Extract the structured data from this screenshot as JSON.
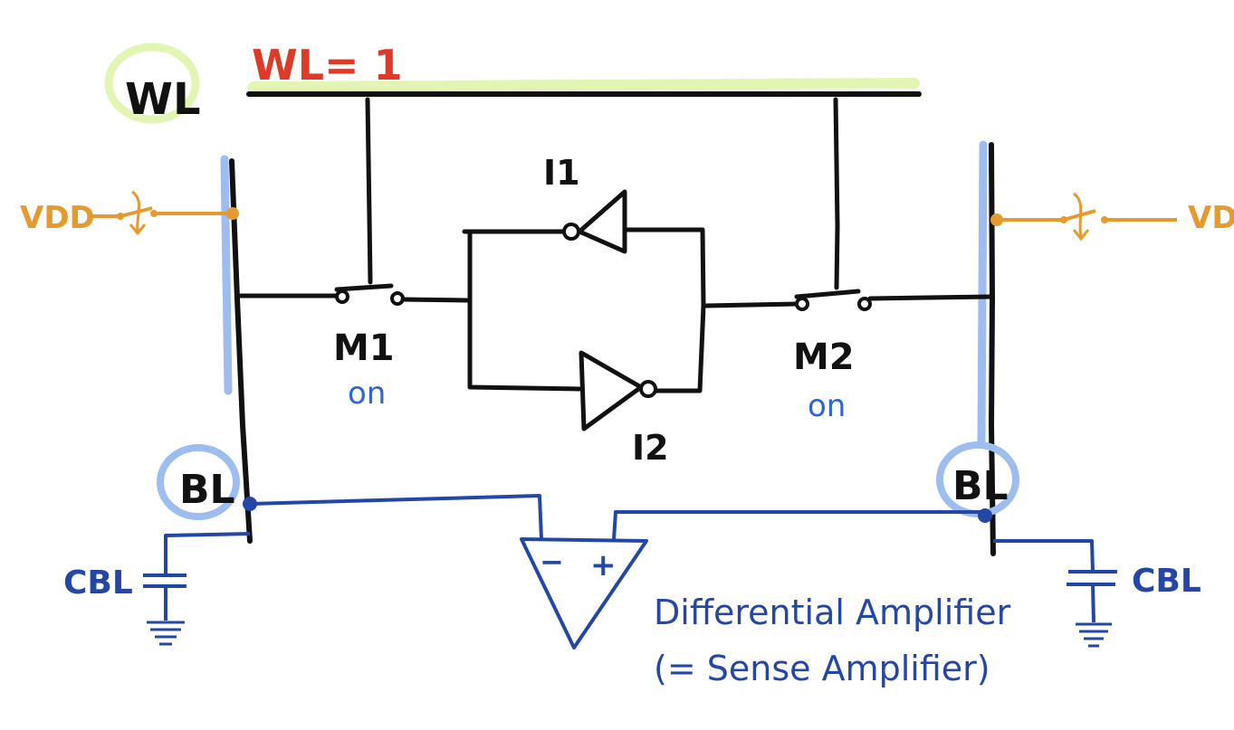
{
  "labels": {
    "wl_tag": "WL",
    "wl_state": "WL= 1",
    "vdd_left": "VDD",
    "vdd_right": "VDD",
    "inverter_1": "I1",
    "inverter_2": "I2",
    "transistor_1": "M1",
    "transistor_2": "M2",
    "m1_state": "on",
    "m2_state": "on",
    "bl_left": "BL",
    "bl_right": "BL",
    "cbl_left": "CBL",
    "cbl_right": "CBL",
    "amp_minus": "−",
    "amp_plus": "+",
    "amp_title": "Differential Amplifier",
    "amp_subtitle": "(= Sense Amplifier)"
  },
  "colors": {
    "wire": "#111111",
    "wordline_highlight": "#e2f5b3",
    "bitline_highlight": "#9dbcf0",
    "sense_wiring": "#2447a6",
    "vdd": "#e59a2f",
    "wl_state": "#dd3b2a",
    "on_state": "#2f63d6"
  }
}
